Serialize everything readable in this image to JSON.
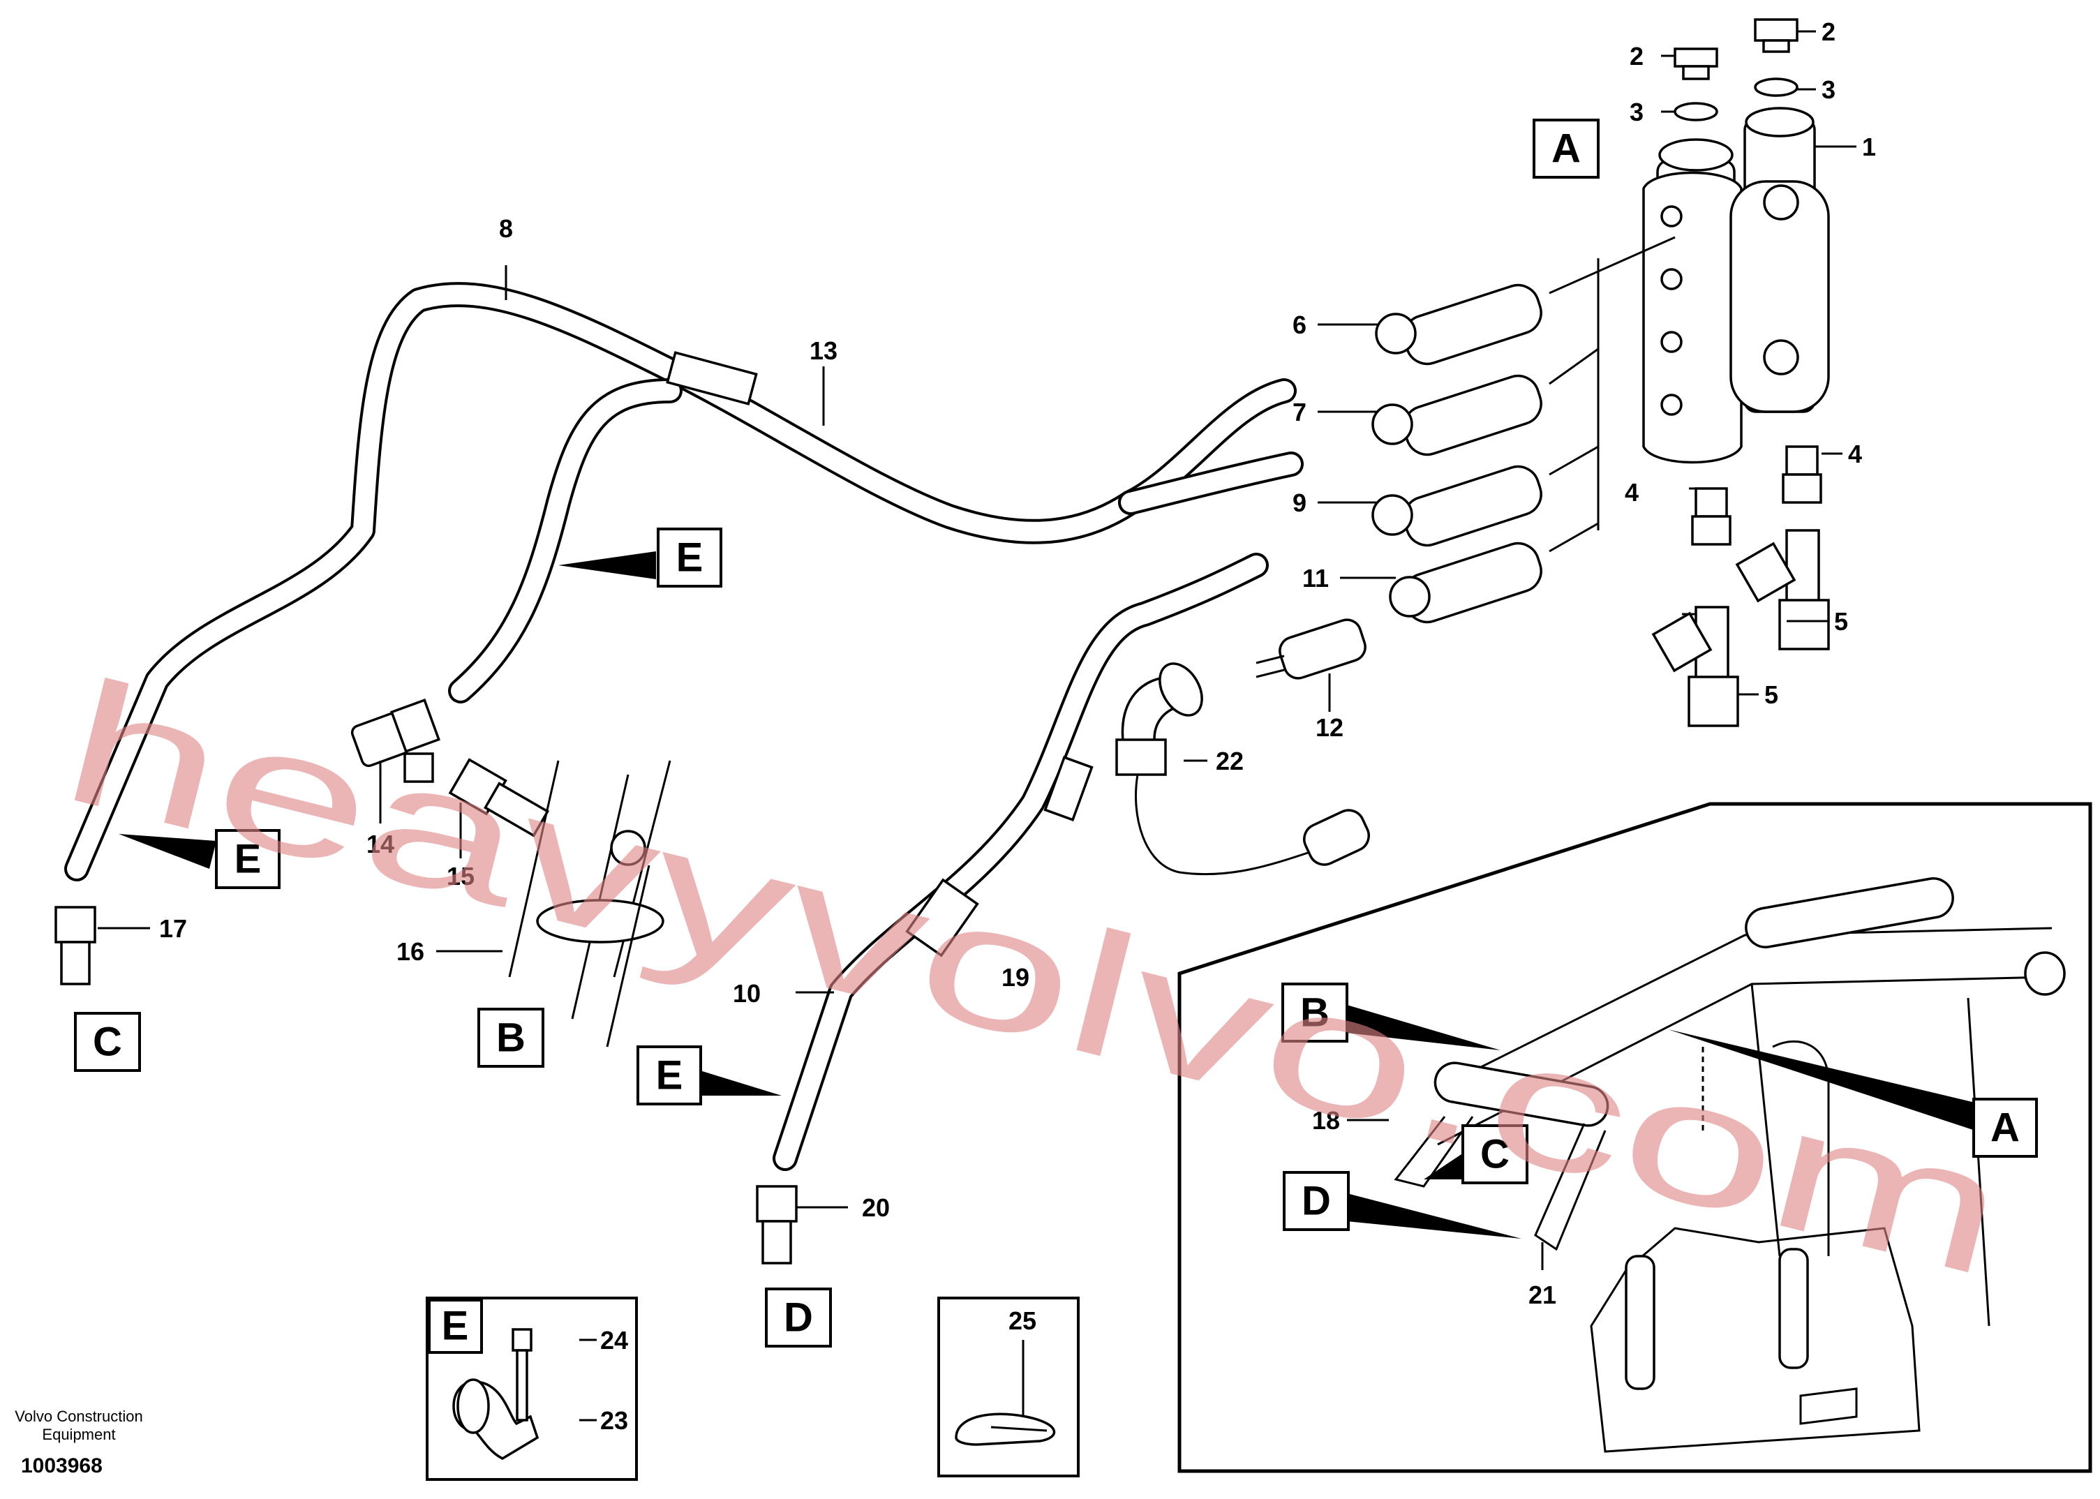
{
  "diagram": {
    "part_numbers": {
      "p1": "1",
      "p2a": "2",
      "p2b": "2",
      "p3a": "3",
      "p3b": "3",
      "p4a": "4",
      "p4b": "4",
      "p5a": "5",
      "p5b": "5",
      "p6": "6",
      "p7": "7",
      "p8": "8",
      "p9": "9",
      "p10": "10",
      "p11": "11",
      "p12": "12",
      "p13": "13",
      "p14": "14",
      "p15": "15",
      "p16": "16",
      "p17": "17",
      "p18": "18",
      "p19": "19",
      "p20": "20",
      "p21": "21",
      "p22": "22",
      "p23": "23",
      "p24": "24",
      "p25": "25"
    },
    "view_letters": {
      "a_top": "A",
      "a_inset": "A",
      "b_main": "B",
      "b_inset": "B",
      "c_main": "C",
      "c_inset": "C",
      "d_main": "D",
      "d_inset": "D",
      "e_1": "E",
      "e_2": "E",
      "e_3": "E",
      "e_detail": "E"
    },
    "watermark": "heavyvolvo.com",
    "footer": {
      "company_line1": "Volvo Construction",
      "company_line2": "Equipment",
      "drawing_number": "1003968"
    }
  }
}
